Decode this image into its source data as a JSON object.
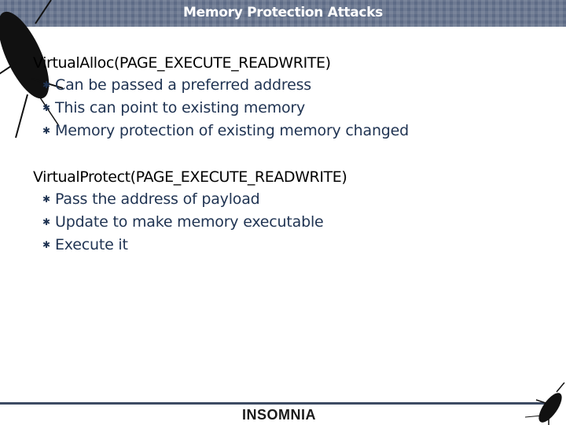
{
  "header": {
    "title": "Memory Protection Attacks"
  },
  "sections": [
    {
      "heading": "VirtualAlloc(PAGE_EXECUTE_READWRITE)",
      "bullets": [
        "Can be passed a preferred address",
        "This can point to existing memory",
        "Memory protection of existing memory changed"
      ]
    },
    {
      "heading": "VirtualProtect(PAGE_EXECUTE_READWRITE)",
      "bullets": [
        "Pass the address of payload",
        "Update to make memory executable",
        "Execute it"
      ]
    }
  ],
  "footer": {
    "logo": "INSOMNIA"
  },
  "colors": {
    "header_band": "#5d6b86",
    "bullet_text": "#1f3352",
    "footer_line": "#3d4b63"
  }
}
